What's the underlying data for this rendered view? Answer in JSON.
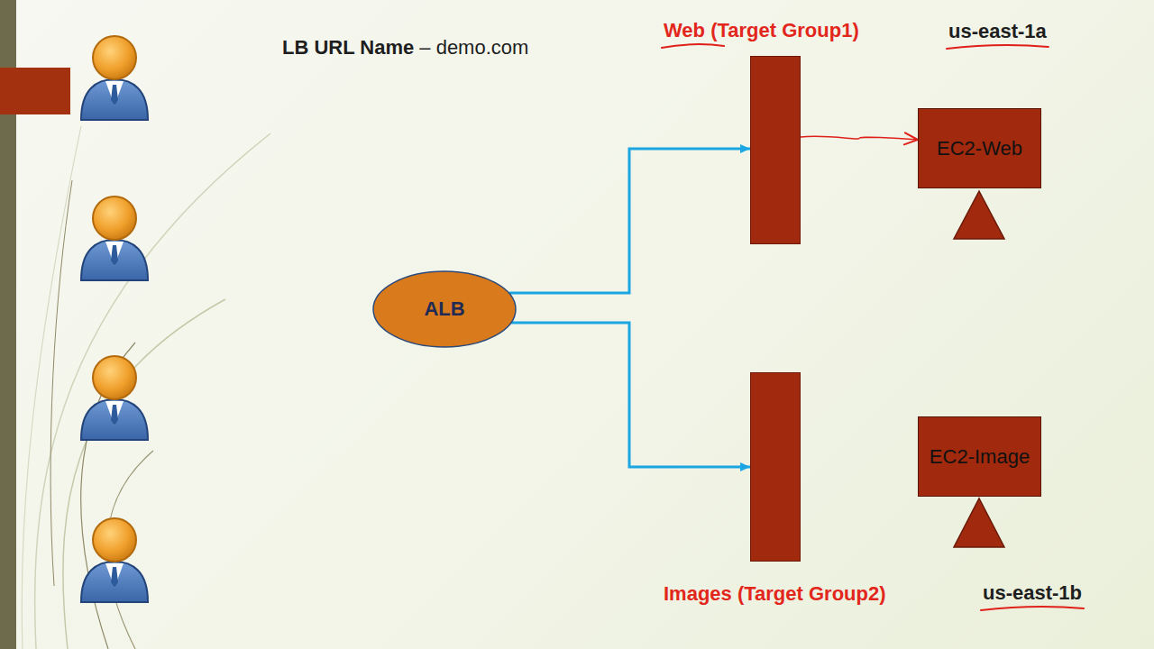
{
  "diagram": {
    "nodes": [
      {
        "text": [
          "ALB"
        ]
      },
      {
        "text": [
          "Web (Target Group1)"
        ]
      },
      {
        "text": [
          "EC2-Web"
        ]
      },
      {
        "text": [
          "Images (Target Group2)"
        ]
      },
      {
        "text": [
          "EC2-Image"
        ]
      }
    ],
    "edges": [
      {
        "from": 0,
        "to": 1,
        "arrow": "to"
      },
      {
        "from": 0,
        "to": 3,
        "arrow": "to"
      },
      {
        "from": 1,
        "to": 2,
        "arrow": "to"
      }
    ],
    "labels": [
      "LB URL Name",
      "– demo.com",
      "us-east-1a",
      "us-east-1b"
    ]
  }
}
